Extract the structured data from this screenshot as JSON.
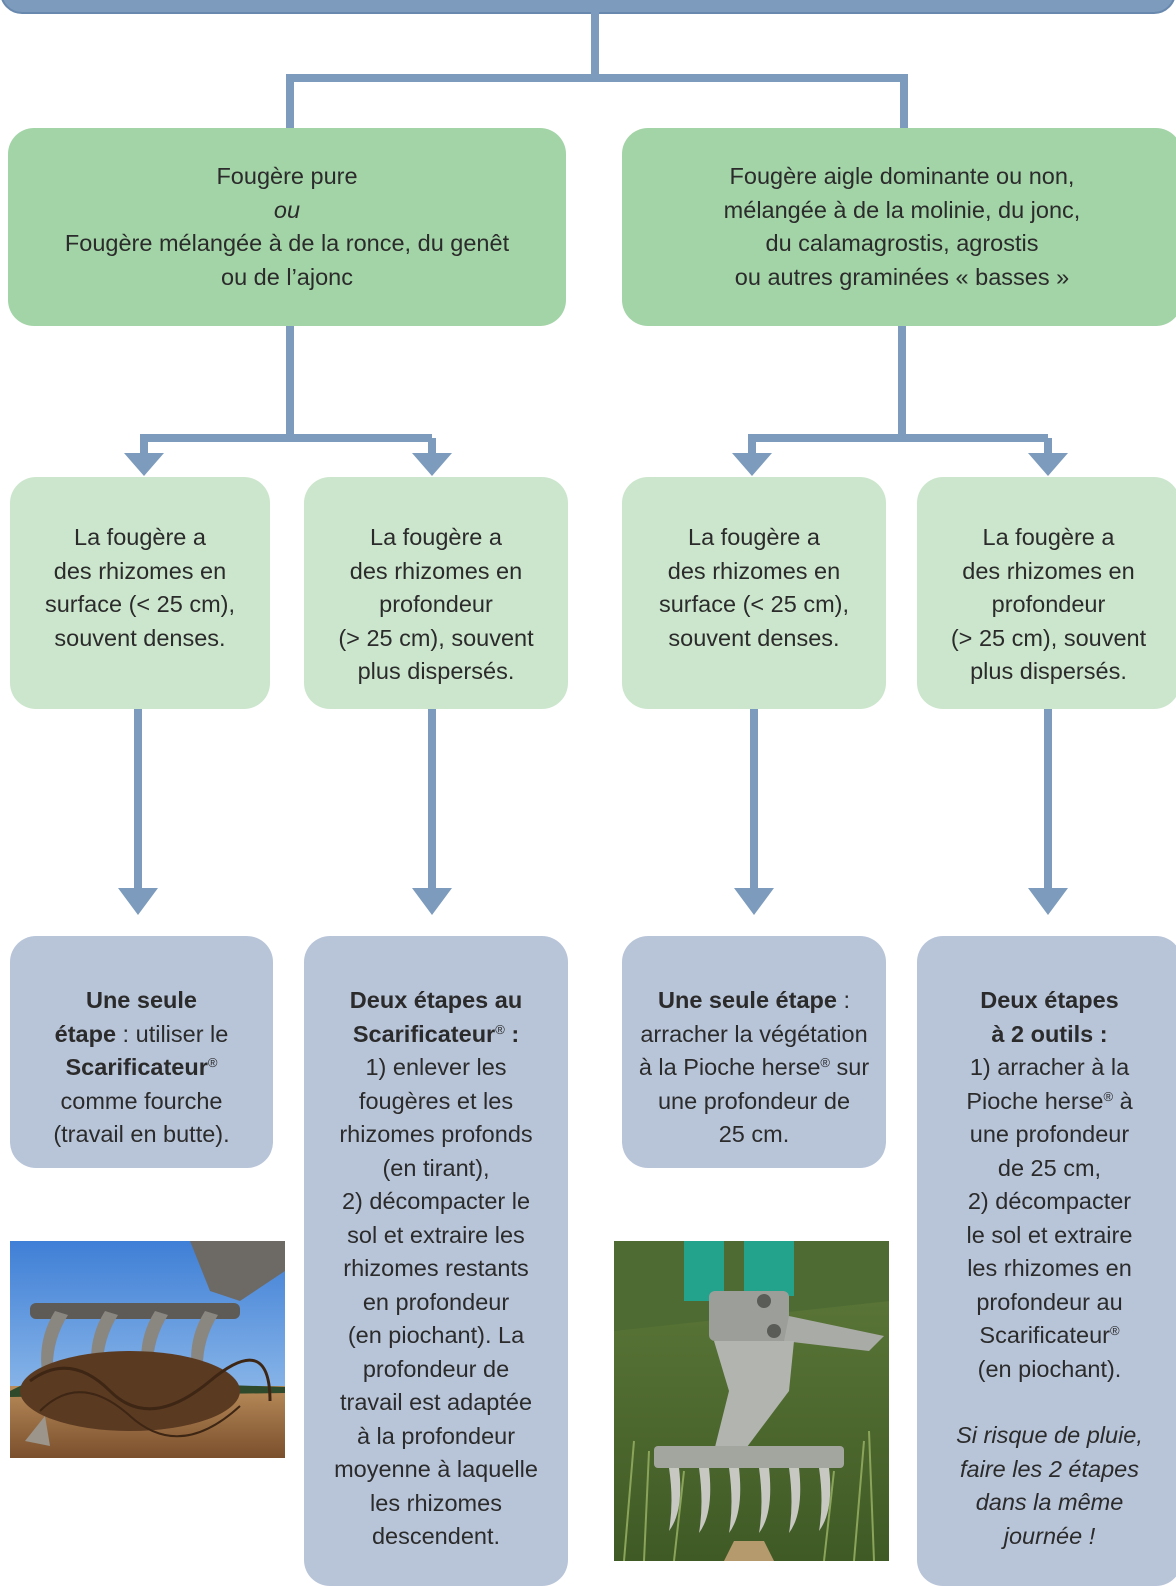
{
  "colors": {
    "top_bar": "#7c9bbd",
    "connector": "#7c9bbd",
    "vegetation_box": "#a3d4a7",
    "rhizome_box": "#cce6cd",
    "action_box": "#b8c5d9"
  },
  "vegetation": {
    "left": {
      "line1": "Fougère pure",
      "or": "ou",
      "line3": "Fougère mélangée à de la ronce, du genêt",
      "line4": "ou de l’ajonc"
    },
    "right": {
      "line1": "Fougère aigle dominante ou non,",
      "line2": "mélangée à de la molinie, du jonc,",
      "line3": "du calamagrostis, agrostis",
      "line4": "ou autres graminées « basses »"
    }
  },
  "rhizomes": {
    "surface": "La fougère a\ndes rhizomes en\nsurface (< 25 cm),\nsouvent denses.",
    "deep": "La fougère a\ndes rhizomes en\nprofondeur\n(> 25 cm), souvent\nplus dispersés."
  },
  "actions": {
    "a1": {
      "bold1": "Une seule",
      "bold2": "étape",
      "text2": " : utiliser le",
      "bold3": "Scarificateur",
      "reg": "®",
      "text4": "comme fourche",
      "text5": "(travail en butte)."
    },
    "a2": {
      "bold1": "Deux étapes au",
      "bold2": "Scarificateur",
      "reg": "®",
      "bold2b": " :",
      "body": "1) enlever les\nfougères et les\nrhizomes profonds\n(en tirant),\n2) décompacter le\nsol et extraire les\nrhizomes restants\nen profondeur\n(en piochant). La\nprofondeur de\ntravail est adaptée\nà la profondeur\nmoyenne à laquelle\nles rhizomes\ndescendent."
    },
    "a3": {
      "bold1": "Une seule étape",
      "text1": " :",
      "text2": "arracher la végétation",
      "text3a": "à la Pioche herse",
      "reg": "®",
      "text3b": " sur",
      "text4": "une profondeur de",
      "text5": "25 cm."
    },
    "a4": {
      "bold1": "Deux étapes",
      "bold2": "à 2 outils :",
      "text3": "1) arracher à la",
      "text4a": "Pioche herse",
      "reg": "®",
      "text4b": " à",
      "body": "une profondeur\nde 25 cm,\n2) décompacter\nle sol et extraire\nles rhizomes en\nprofondeur au",
      "text_scar": "Scarificateur",
      "reg2": "®",
      "text_end": "(en piochant).",
      "italic": "Si risque de pluie,\nfaire les 2 étapes\ndans la même\njournée !"
    }
  }
}
